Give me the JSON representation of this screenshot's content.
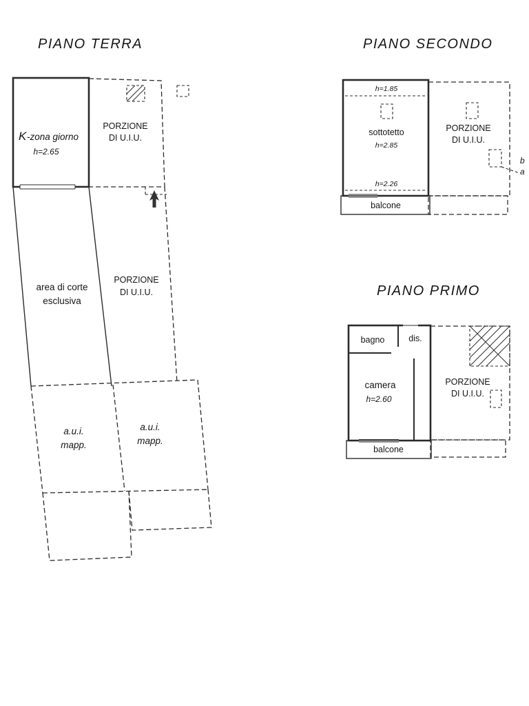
{
  "colors": {
    "line": "#2b2b2b",
    "text": "#151515",
    "background": "#ffffff"
  },
  "plans": {
    "terra": {
      "title": "PIANO TERRA",
      "labels": {
        "zona_k": "K",
        "zona_rest": "-zona giorno",
        "zona_h": "h=2.65",
        "porzione_top_1": "PORZIONE",
        "porzione_top_2": "DI U.I.U.",
        "corte_1": "area di corte",
        "corte_2": "esclusiva",
        "porzione_mid_1": "PORZIONE",
        "porzione_mid_2": "DI U.I.U.",
        "aui_left_1": "a.u.i.",
        "aui_left_2": "mapp.",
        "aui_right_1": "a.u.i.",
        "aui_right_2": "mapp."
      }
    },
    "secondo": {
      "title": "PIANO SECONDO",
      "labels": {
        "h_colmo": "h=1.85",
        "sottotetto": "sottotetto",
        "h_sottotetto": "h=2.85",
        "h_gronda": "h=2.26",
        "balcone": "balcone",
        "porzione_1": "PORZIONE",
        "porzione_2": "DI U.I.U.",
        "edge_1": "b",
        "edge_2": "a"
      }
    },
    "primo": {
      "title": "PIANO PRIMO",
      "labels": {
        "bagno": "bagno",
        "dis": "dis.",
        "camera": "camera",
        "camera_h": "h=2.60",
        "porzione_1": "PORZIONE",
        "porzione_2": "DI U.I.U.",
        "balcone": "balcone"
      }
    }
  }
}
